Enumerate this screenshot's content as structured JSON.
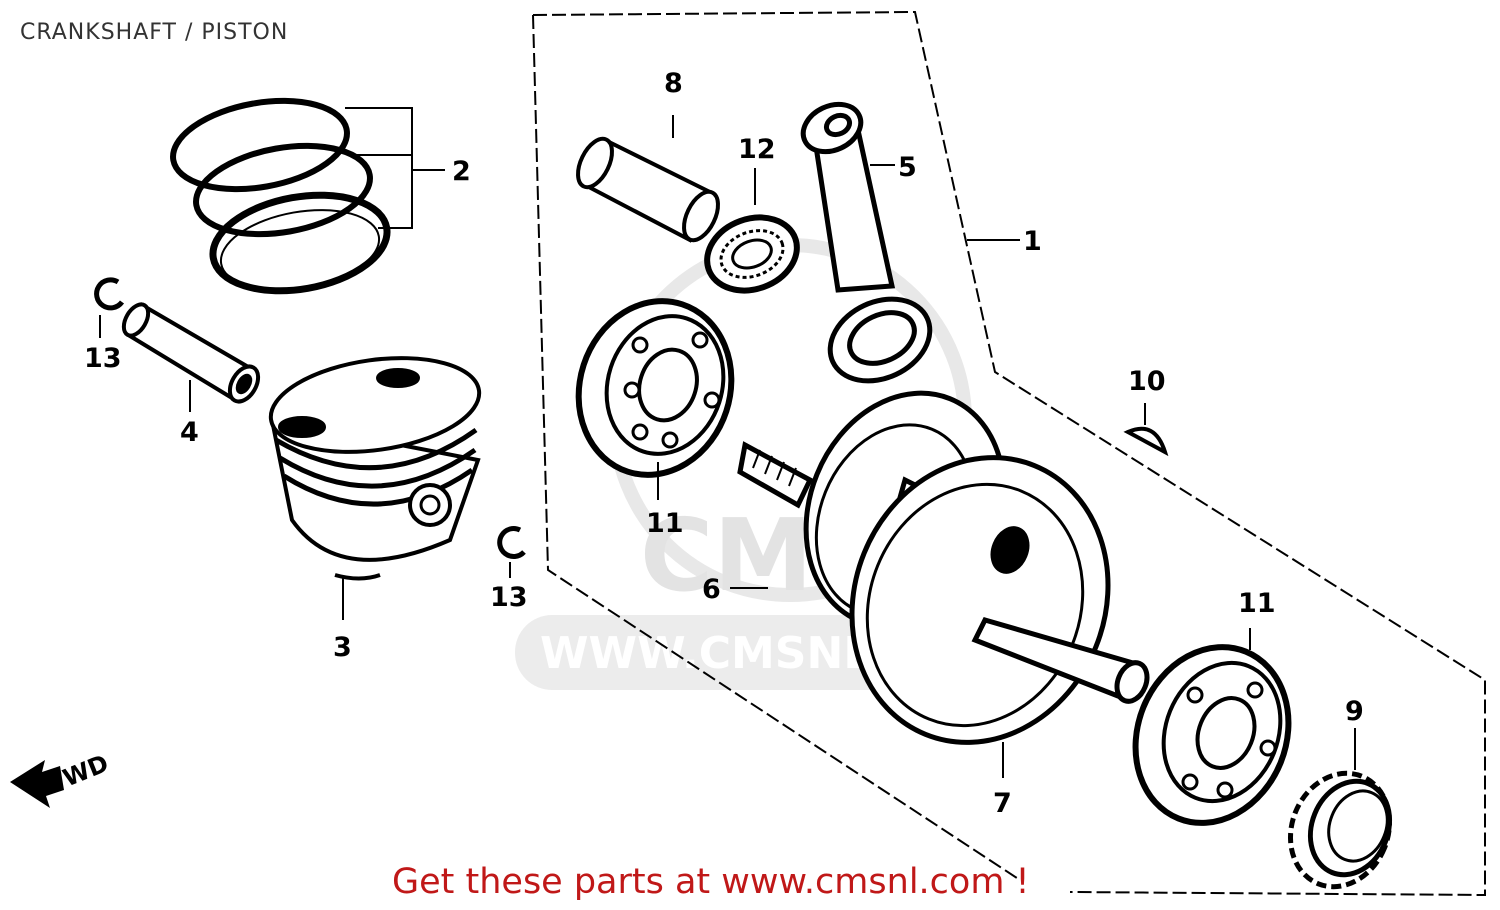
{
  "header": {
    "title": "CRANKSHAFT / PISTON"
  },
  "footer": {
    "text": "Get these parts at www.cmsnl.com !"
  },
  "watermark": {
    "brand": "CMS",
    "url": "WWW.CMSNL.COM"
  },
  "fwd_label": "FWD",
  "callouts": [
    {
      "id": "c1",
      "label": "1"
    },
    {
      "id": "c2",
      "label": "2"
    },
    {
      "id": "c3",
      "label": "3"
    },
    {
      "id": "c4",
      "label": "4"
    },
    {
      "id": "c5",
      "label": "5"
    },
    {
      "id": "c6",
      "label": "6"
    },
    {
      "id": "c7",
      "label": "7"
    },
    {
      "id": "c8",
      "label": "8"
    },
    {
      "id": "c9",
      "label": "9"
    },
    {
      "id": "c10",
      "label": "10"
    },
    {
      "id": "c11a",
      "label": "11"
    },
    {
      "id": "c11b",
      "label": "11"
    },
    {
      "id": "c12",
      "label": "12"
    },
    {
      "id": "c13a",
      "label": "13"
    },
    {
      "id": "c13b",
      "label": "13"
    }
  ],
  "colors": {
    "footer_text": "#c01818",
    "line_art": "#000000",
    "watermark": "#e3e3e3",
    "title_text": "#333333"
  }
}
